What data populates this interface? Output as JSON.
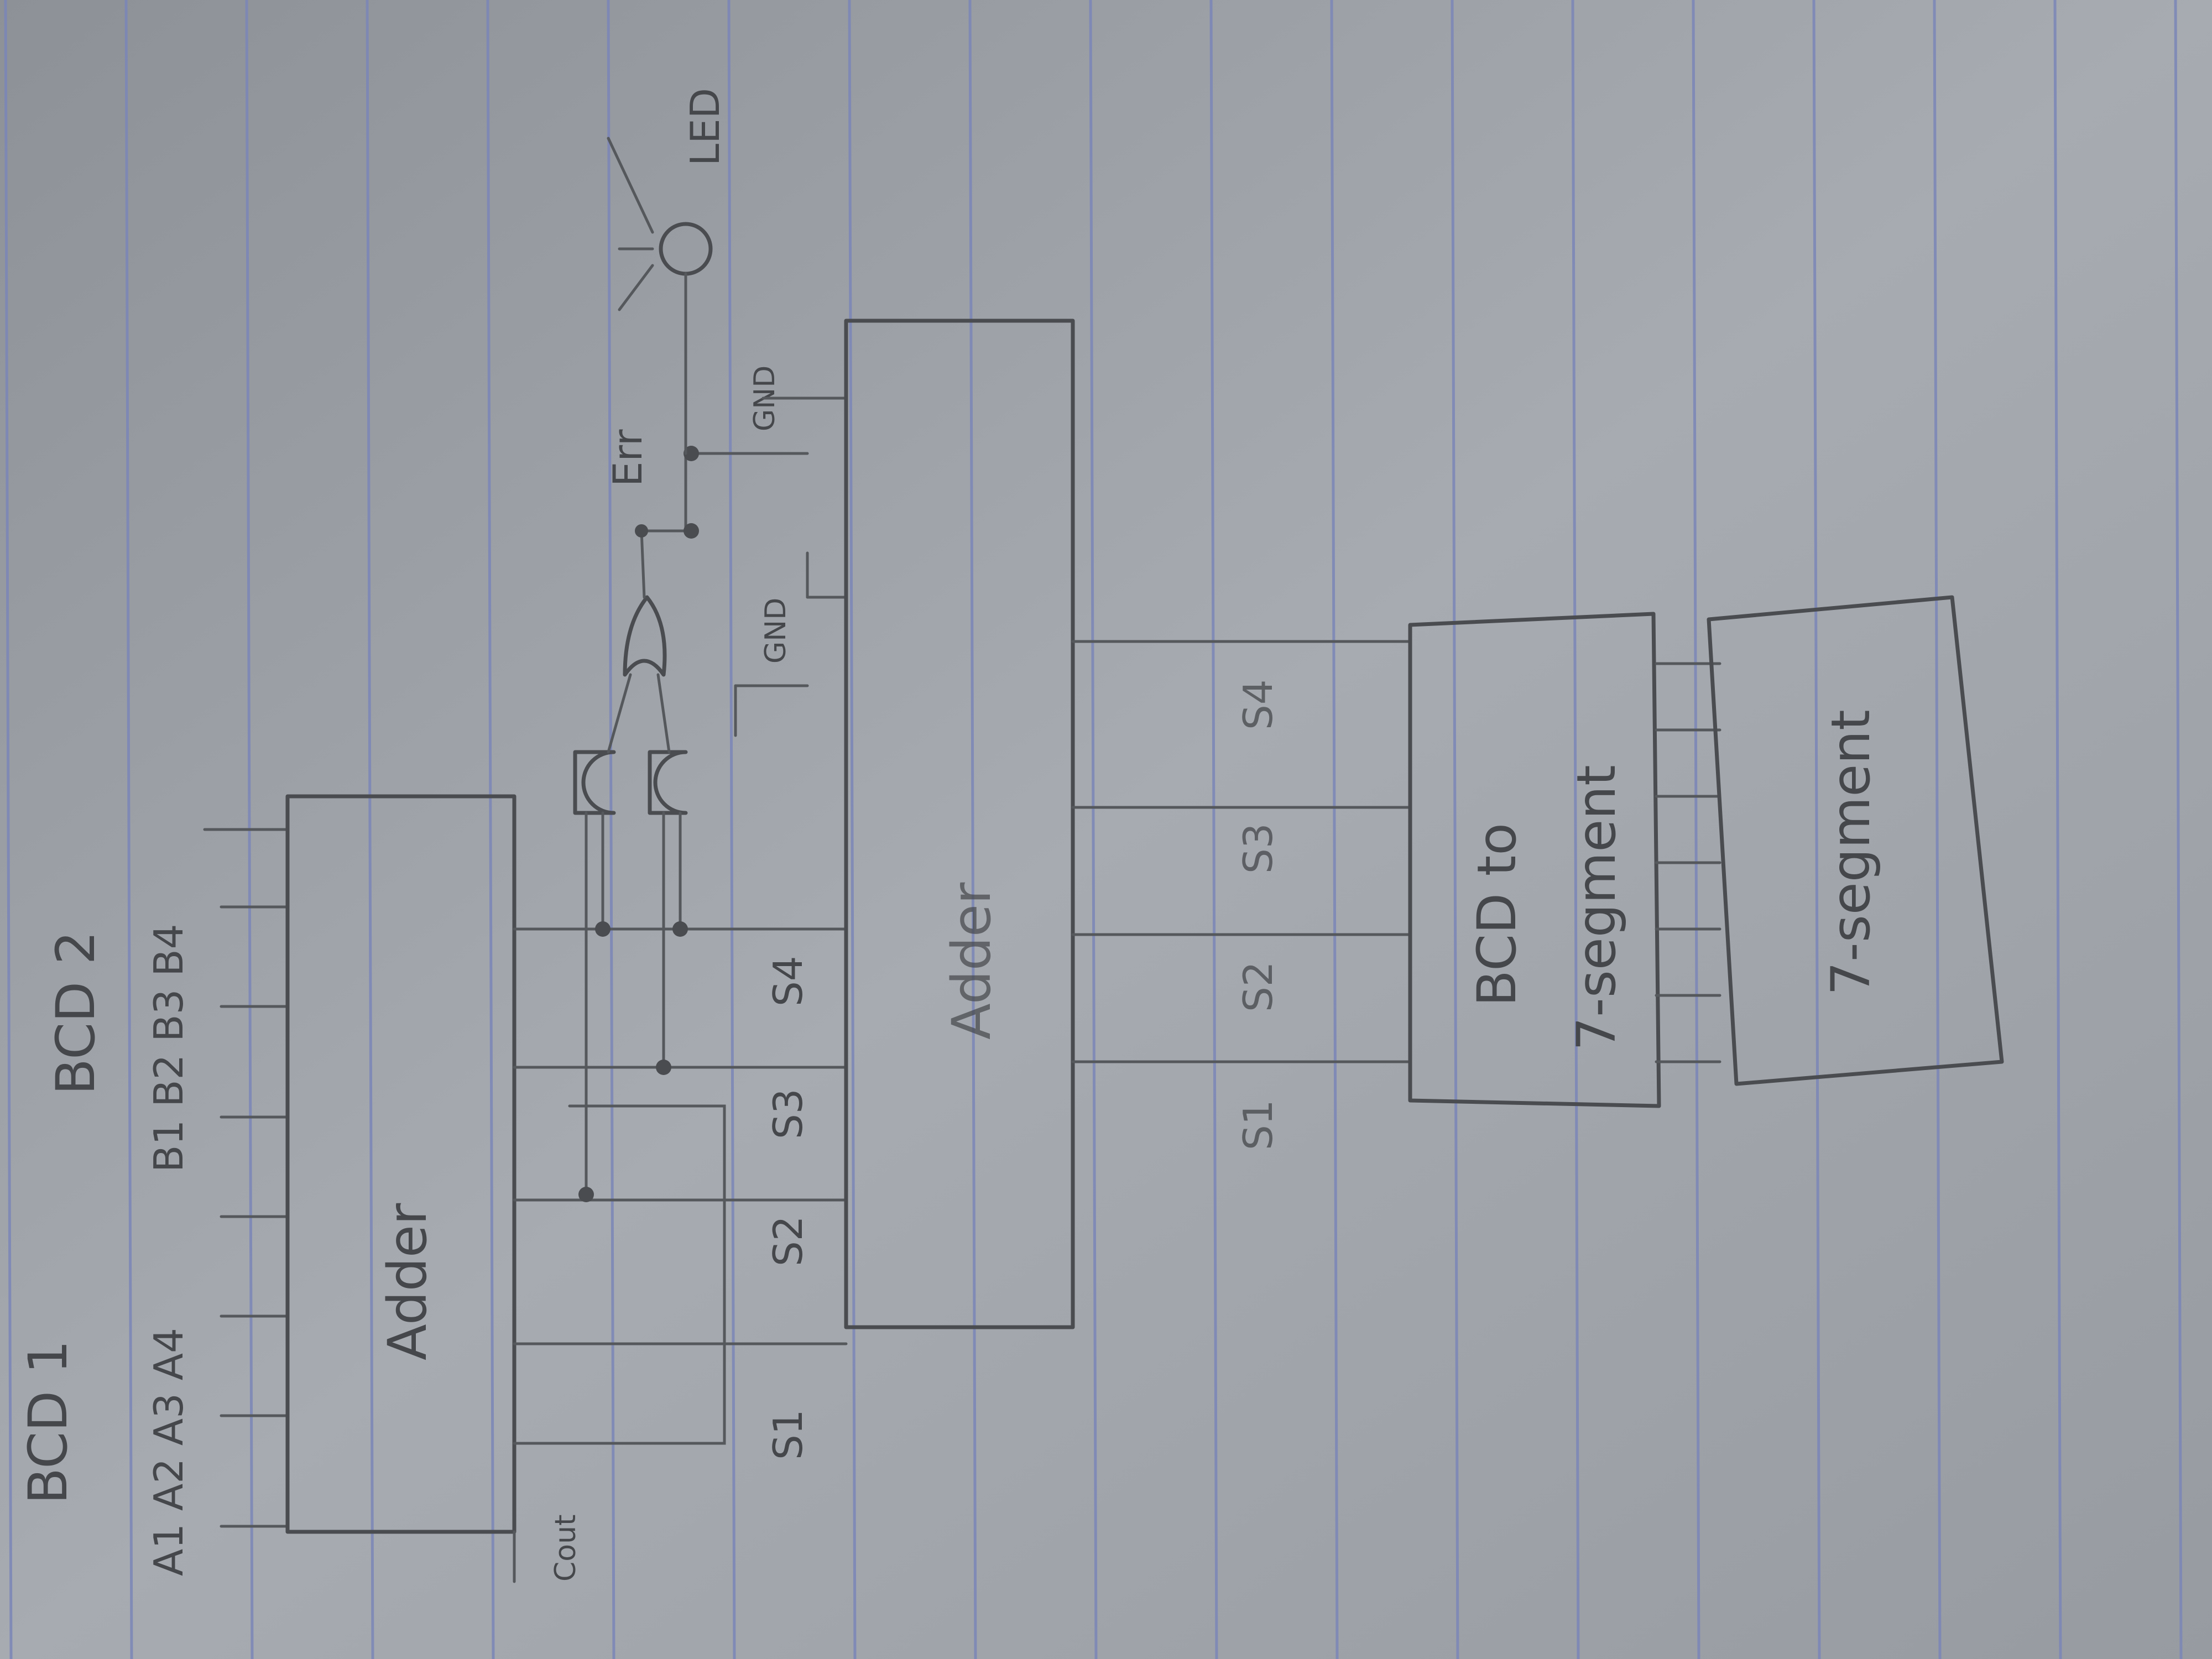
{
  "labels": {
    "bcd1": "BCD 1",
    "bcd2": "BCD 2",
    "a_inputs": "A1 A2 A3 A4",
    "b_inputs": "B1 B2 B3 B4",
    "adder_top": "Adder",
    "adder_bottom": "Adder",
    "cout": "Cout",
    "err": "Err",
    "led": "LED",
    "gnd1": "GND",
    "gnd2": "GND",
    "s1_a": "S1",
    "s2_a": "S2",
    "s3_a": "S3",
    "s4_a": "S4",
    "s1_b": "S1",
    "s2_b": "S2",
    "s3_b": "S3",
    "s4_b": "S4",
    "bcd_to_7seg_line1": "BCD to",
    "bcd_to_7seg_line2": "7-segment",
    "seven_seg": "7-segment"
  },
  "colors": {
    "paper": "#9ea2a8",
    "rule_line": "#7b86b8",
    "ink": "#4a4c50"
  }
}
